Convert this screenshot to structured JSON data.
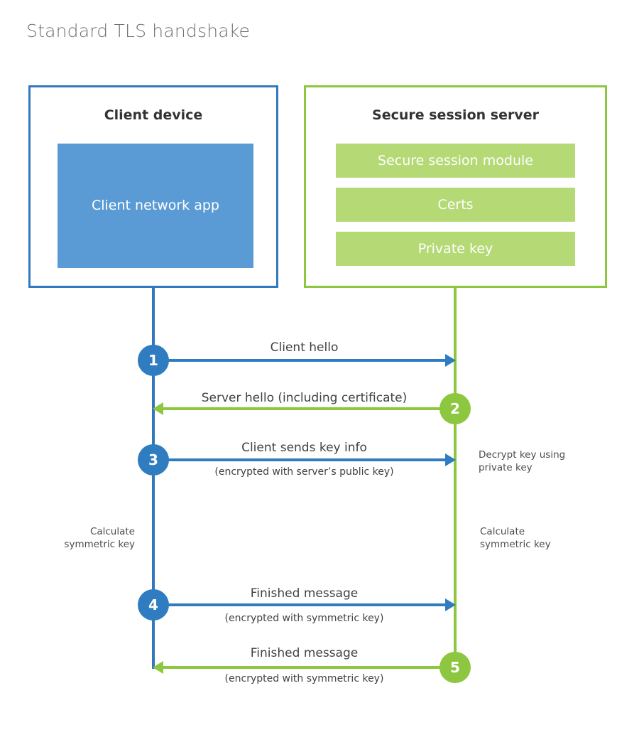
{
  "title": "Standard TLS handshake",
  "colors": {
    "client_border": "#3178be",
    "client_app_fill": "#5b9bd5",
    "server_border": "#8dc63f",
    "server_module_fill": "#b4d975",
    "client_accent": "#2f7dc0",
    "server_accent": "#8dc63f",
    "title_text": "#6d6e70",
    "body_text": "#3f4144",
    "background": "#ffffff"
  },
  "client": {
    "title": "Client device",
    "app_label": "Client network app"
  },
  "server": {
    "title": "Secure session server",
    "modules": [
      {
        "label": "Secure session module"
      },
      {
        "label": "Certs"
      },
      {
        "label": "Private key"
      }
    ]
  },
  "steps": [
    {
      "number": "1",
      "label": "Client hello",
      "sub": "",
      "direction": "client-to-server",
      "actor": "client"
    },
    {
      "number": "2",
      "label": "Server hello (including certificate)",
      "sub": "",
      "direction": "server-to-client",
      "actor": "server"
    },
    {
      "number": "3",
      "label": "Client sends key info",
      "sub": "(encrypted with server’s public key)",
      "direction": "client-to-server",
      "actor": "client"
    },
    {
      "number": "4",
      "label": "Finished message",
      "sub": "(encrypted with symmetric key)",
      "direction": "client-to-server",
      "actor": "client"
    },
    {
      "number": "5",
      "label": "Finished message",
      "sub": "(encrypted with symmetric key)",
      "direction": "server-to-client",
      "actor": "server"
    }
  ],
  "notes": {
    "decrypt_key": "Decrypt key using\nprivate key",
    "client_calculate": "Calculate\nsymmetric key",
    "server_calculate": "Calculate\nsymmetric key"
  }
}
